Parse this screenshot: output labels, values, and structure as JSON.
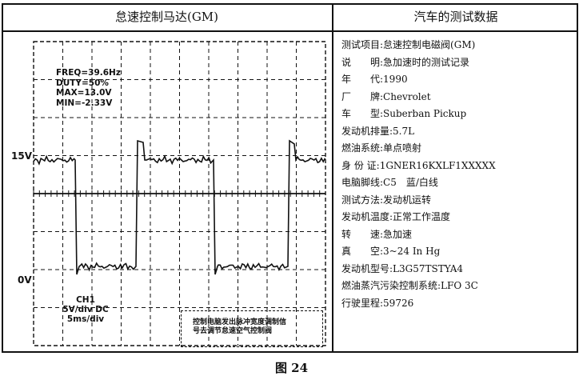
{
  "header": {
    "left_title": "怠速控制马达(GM)",
    "right_title": "汽车的测试数据"
  },
  "scope": {
    "params": [
      "FREQ=39.6Hz",
      "DUTY=50%",
      "MAX=13.0V",
      "MIN=-2.33V"
    ],
    "label_15v": "15V",
    "label_0v": "0V",
    "channel": [
      "CH1",
      "5V/div DC",
      "5ms/div"
    ],
    "note_lines": [
      "控制电脑发出脉冲宽度调制信",
      "号去调节怠速空气控制阀"
    ]
  },
  "info": [
    {
      "key": "测试项目:",
      "value": "怠速控制电磁阀(GM)"
    },
    {
      "key": "说　　明:",
      "value": "急加速时的测试记录"
    },
    {
      "key": "年　　代:",
      "value": "1990"
    },
    {
      "key": "厂　　牌:",
      "value": "Chevrolet"
    },
    {
      "key": "车　　型:",
      "value": "Suberban Pickup"
    },
    {
      "key": "发动机排量:",
      "value": "5.7L"
    },
    {
      "key": "燃油系统:",
      "value": "单点喷射"
    },
    {
      "key": "身 份 证:",
      "value": "1GNER16KXLF1XXXXX"
    },
    {
      "key": "电脑脚线:",
      "value": "C5　蓝/白线"
    },
    {
      "key": "测试方法:",
      "value": "发动机运转"
    },
    {
      "key": "发动机温度:",
      "value": "正常工作温度"
    },
    {
      "key": "转　　速:",
      "value": "急加速"
    },
    {
      "key": "真　　空:",
      "value": "3~24 In Hg"
    },
    {
      "key": "发动机型号:",
      "value": "L3G57TSTYA4"
    },
    {
      "key": "燃油蒸汽污染控制系统:",
      "value": "LFO 3C"
    },
    {
      "key": "行驶里程:",
      "value": "59726"
    }
  ],
  "caption": "图 24"
}
